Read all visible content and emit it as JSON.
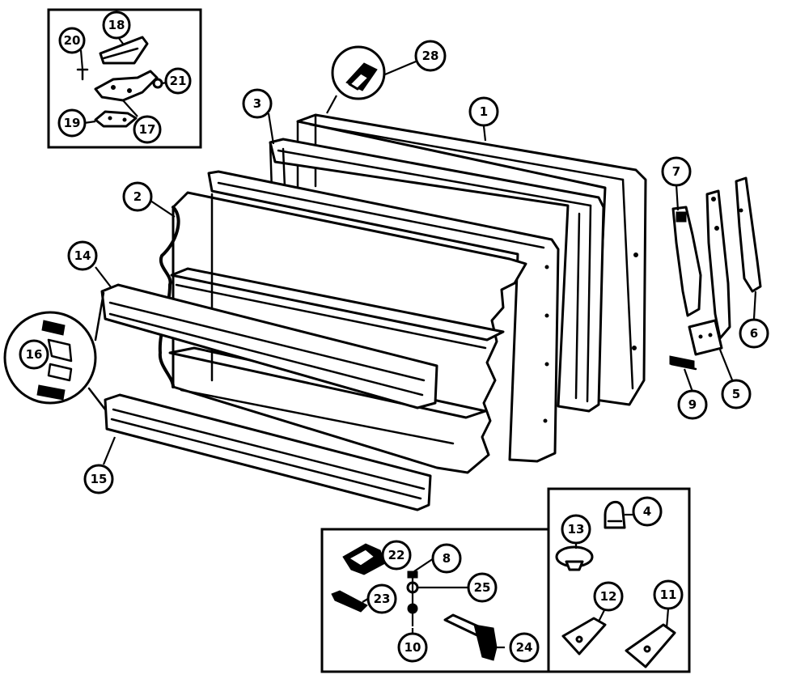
{
  "callouts": [
    {
      "id": "c1",
      "label": "1"
    },
    {
      "id": "c2",
      "label": "2"
    },
    {
      "id": "c3",
      "label": "3"
    },
    {
      "id": "c4",
      "label": "4"
    },
    {
      "id": "c5",
      "label": "5"
    },
    {
      "id": "c6",
      "label": "6"
    },
    {
      "id": "c7",
      "label": "7"
    },
    {
      "id": "c8",
      "label": "8"
    },
    {
      "id": "c9",
      "label": "9"
    },
    {
      "id": "c10",
      "label": "10"
    },
    {
      "id": "c11",
      "label": "11"
    },
    {
      "id": "c12",
      "label": "12"
    },
    {
      "id": "c13",
      "label": "13"
    },
    {
      "id": "c14",
      "label": "14"
    },
    {
      "id": "c15",
      "label": "15"
    },
    {
      "id": "c16",
      "label": "16"
    },
    {
      "id": "c17",
      "label": "17"
    },
    {
      "id": "c18",
      "label": "18"
    },
    {
      "id": "c19",
      "label": "19"
    },
    {
      "id": "c20",
      "label": "20"
    },
    {
      "id": "c21",
      "label": "21"
    },
    {
      "id": "c22",
      "label": "22"
    },
    {
      "id": "c23",
      "label": "23"
    },
    {
      "id": "c24",
      "label": "24"
    },
    {
      "id": "c25",
      "label": "25"
    },
    {
      "id": "c28",
      "label": "28"
    }
  ]
}
